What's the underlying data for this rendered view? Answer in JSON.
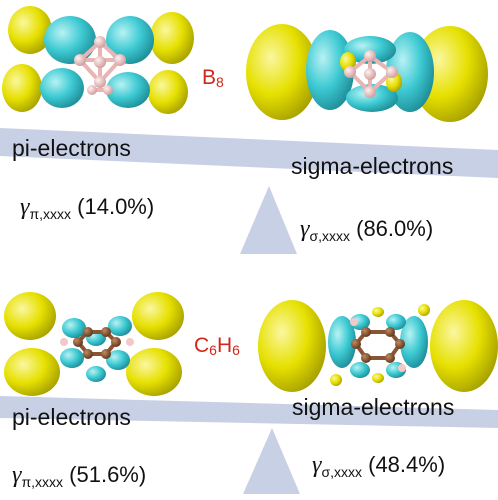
{
  "top": {
    "molecule": {
      "base": "B",
      "sub": "8"
    },
    "left_label": "pi-electrons",
    "right_label": "sigma-electrons",
    "gamma_left": {
      "symbol": "γ",
      "sub": "π,xxxx",
      "value": "(14.0%)"
    },
    "gamma_right": {
      "symbol": "γ",
      "sub": "σ,xxxx",
      "value": "(86.0%)"
    }
  },
  "bottom": {
    "molecule": {
      "c": "C",
      "c_sub": "6",
      "h": "H",
      "h_sub": "6"
    },
    "left_label": "pi-electrons",
    "right_label": "sigma-electrons",
    "gamma_left": {
      "symbol": "γ",
      "sub": "π,xxxx",
      "value": "(51.6%)"
    },
    "gamma_right": {
      "symbol": "γ",
      "sub": "σ,xxxx",
      "value": "(48.4%)"
    }
  },
  "colors": {
    "yellow_lobe": "#e6e000",
    "cyan_lobe": "#3cc9d2",
    "boron_atom": "#e8b4b4",
    "carbon_atom": "#8a5533",
    "hydrogen_atom": "#f2c8c8",
    "beam": "#c8d0e6",
    "fulcrum": "#c8d0e6",
    "molecule_label": "#d0281c"
  }
}
